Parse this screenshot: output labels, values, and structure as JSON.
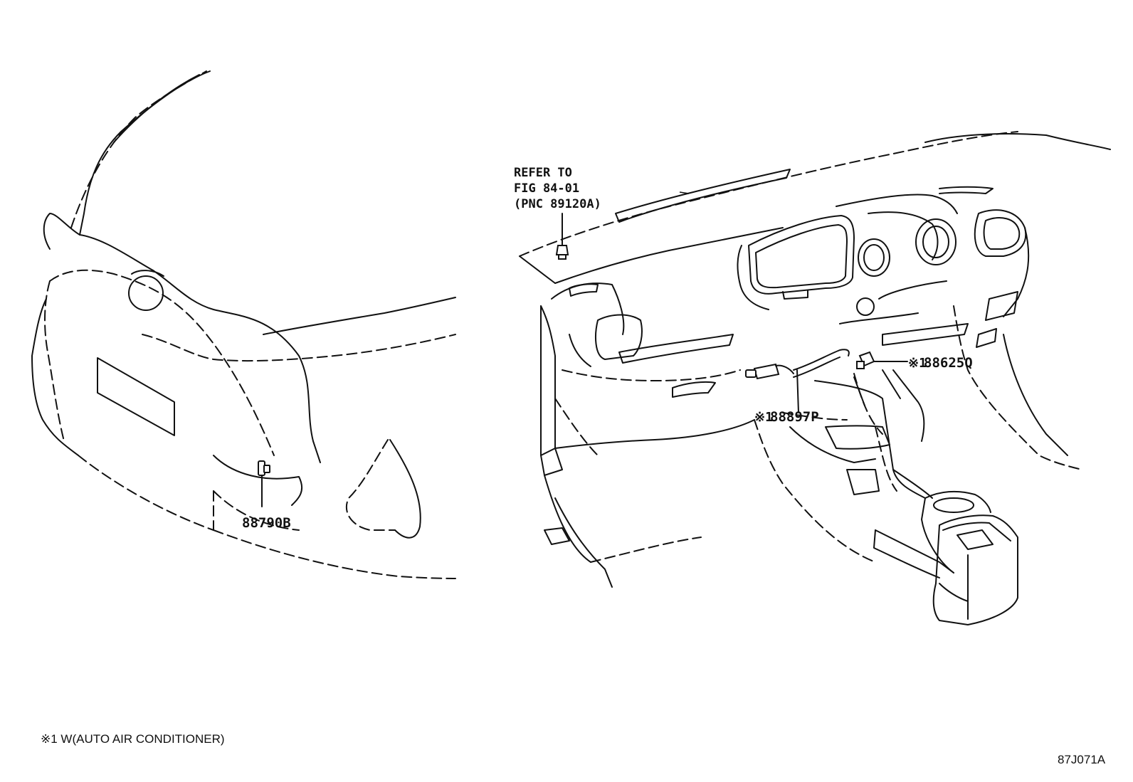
{
  "refer_note": {
    "line1": "REFER TO",
    "line2": "FIG 84-01",
    "line3": "(PNC 89120A)"
  },
  "callouts": {
    "part_rear": "88790B",
    "part_dash_right_mark": "※1",
    "part_dash_right": "88625Q",
    "part_dash_left_mark": "※1",
    "part_dash_left": "88897P"
  },
  "footnote": "※1 W(AUTO AIR CONDITIONER)",
  "figure_id": "87J071A"
}
